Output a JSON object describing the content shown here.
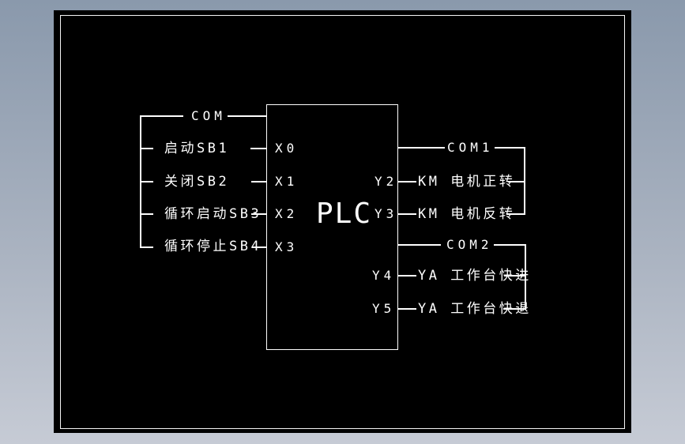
{
  "diagram": {
    "title": "PLC",
    "canvas_color": "#000000",
    "line_color": "#ffffff",
    "background_top": "#8a99ac",
    "background_bottom": "#c6cbd5",
    "left_bus_label": "COM",
    "inputs": [
      {
        "label": "启动SB1",
        "terminal": "X0"
      },
      {
        "label": "关闭SB2",
        "terminal": "X1"
      },
      {
        "label": "循环启动SB3",
        "terminal": "X2"
      },
      {
        "label": "循环停止SB4",
        "terminal": "X3"
      }
    ],
    "output_groups": [
      {
        "com_label": "COM1",
        "outputs": [
          {
            "terminal": "Y2",
            "label": "KM 电机正转"
          },
          {
            "terminal": "Y3",
            "label": "KM 电机反转"
          }
        ]
      },
      {
        "com_label": "COM2",
        "outputs": [
          {
            "terminal": "Y4",
            "label": "YA 工作台快进"
          },
          {
            "terminal": "Y5",
            "label": "YA 工作台快退"
          }
        ]
      }
    ]
  }
}
